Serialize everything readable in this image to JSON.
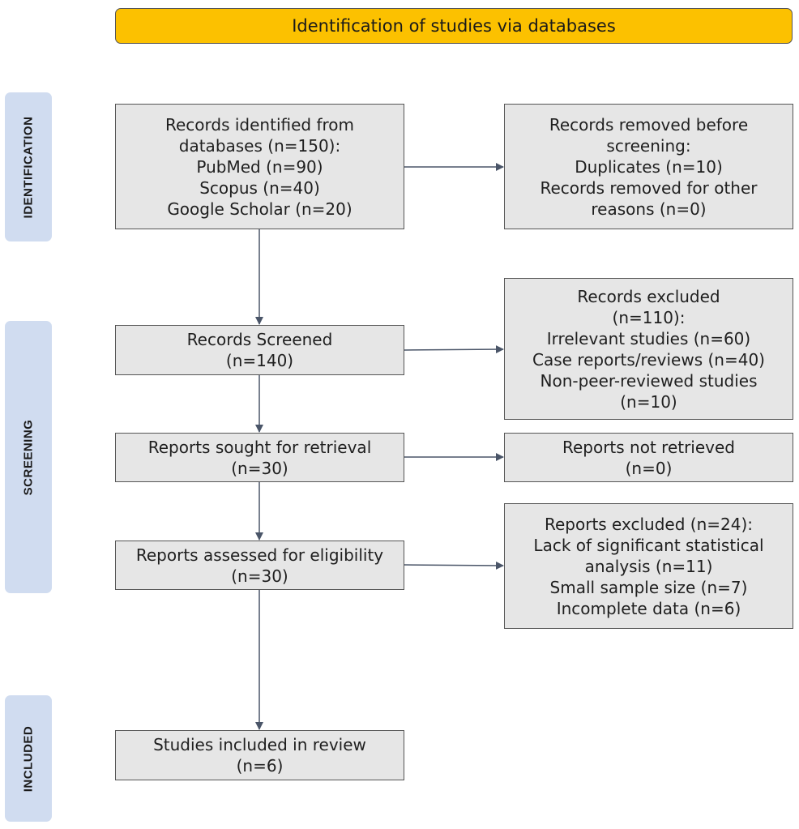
{
  "header": {
    "title": "Identification of studies via databases"
  },
  "phases": {
    "identification": "IDENTIFICATION",
    "screening": "SCREENING",
    "included": "INCLUDED"
  },
  "boxes": {
    "records_identified": [
      "Records identified from",
      "databases (n=150):",
      "PubMed (n=90)",
      "Scopus (n=40)",
      "Google Scholar (n=20)"
    ],
    "records_removed": [
      "Records removed before",
      "screening:",
      "Duplicates (n=10)",
      "Records removed for other",
      "reasons (n=0)"
    ],
    "records_screened": [
      "Records Screened",
      "(n=140)"
    ],
    "records_excluded": [
      "Records excluded",
      "(n=110):",
      "Irrelevant studies (n=60)",
      "Case reports/reviews (n=40)",
      "Non-peer-reviewed studies",
      "(n=10)"
    ],
    "reports_sought": [
      "Reports sought for retrieval",
      "(n=30)"
    ],
    "reports_not_retrieved": [
      "Reports not retrieved",
      "(n=0)"
    ],
    "reports_assessed": [
      "Reports assessed for eligibility",
      "(n=30)"
    ],
    "reports_excluded": [
      "Reports excluded (n=24):",
      "Lack of significant statistical",
      "analysis (n=11)",
      "Small sample size (n=7)",
      "Incomplete data (n=6)"
    ],
    "studies_included": [
      "Studies included in review",
      "(n=6)"
    ]
  },
  "colors": {
    "header": "#fcc100",
    "phase": "#d0dcf0",
    "box": "#e6e6e6",
    "arrow": "#4a5568"
  }
}
